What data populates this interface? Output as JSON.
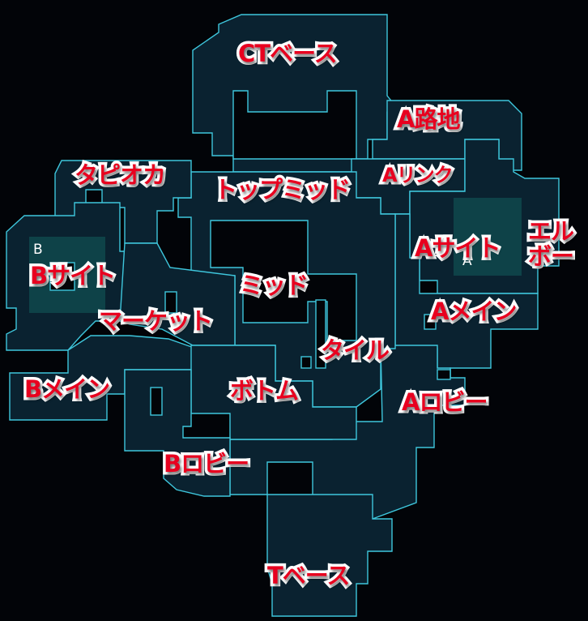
{
  "map": {
    "callouts": {
      "ct_base": "CTベース",
      "a_alley": "A路地",
      "tapioca": "タピオカ",
      "top_mid": "トップミッド",
      "a_link": "Aリンク",
      "a_site": "Aサイト",
      "elbow_line1": "エル",
      "elbow_line2": "ボー",
      "b_site": "Bサイト",
      "mid": "ミッド",
      "market": "マーケット",
      "a_main": "Aメイン",
      "tile": "タイル",
      "b_main": "Bメイン",
      "bottom": "ボトム",
      "a_lobby": "Aロビー",
      "b_lobby": "Bロビー",
      "t_base": "Tベース"
    },
    "site_markers": {
      "b": "B",
      "a": "A"
    },
    "colors": {
      "background": "#020408",
      "floor": "#0a2230",
      "outline": "#3ec6dc",
      "site_zone": "#0e4248",
      "callout_text": "#e8001f",
      "callout_outline": "#ffffff"
    }
  }
}
